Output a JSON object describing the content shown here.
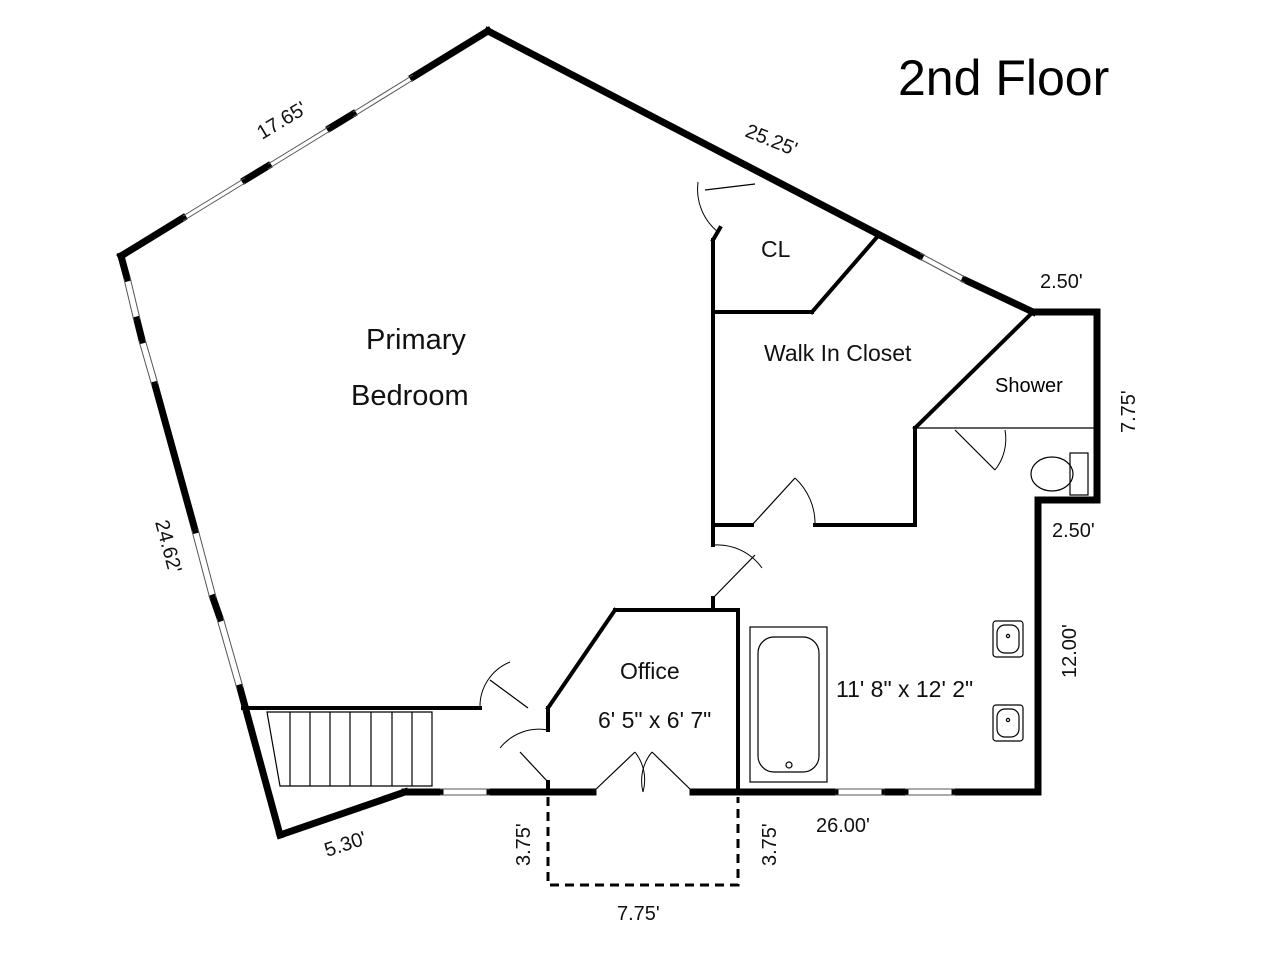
{
  "title": "2nd Floor",
  "rooms": {
    "primary_bedroom_line1": "Primary",
    "primary_bedroom_line2": "Bedroom",
    "closet": "CL",
    "walk_in_closet": "Walk In Closet",
    "shower": "Shower",
    "office": "Office",
    "office_size": "6' 5\" x 6' 7\"",
    "bath_size": "11' 8\" x 12' 2\""
  },
  "dimensions": {
    "nw_wall": "17.65'",
    "ne_wall": "25.25'",
    "east_top": "2.50'",
    "east_upper": "7.75'",
    "east_step": "2.50'",
    "east_lower": "12.00'",
    "west_wall": "24.62'",
    "sw_wall": "5.30'",
    "bump_left": "3.75'",
    "bump_right": "3.75'",
    "bump_bottom": "7.75'",
    "south_wall": "26.00'"
  }
}
